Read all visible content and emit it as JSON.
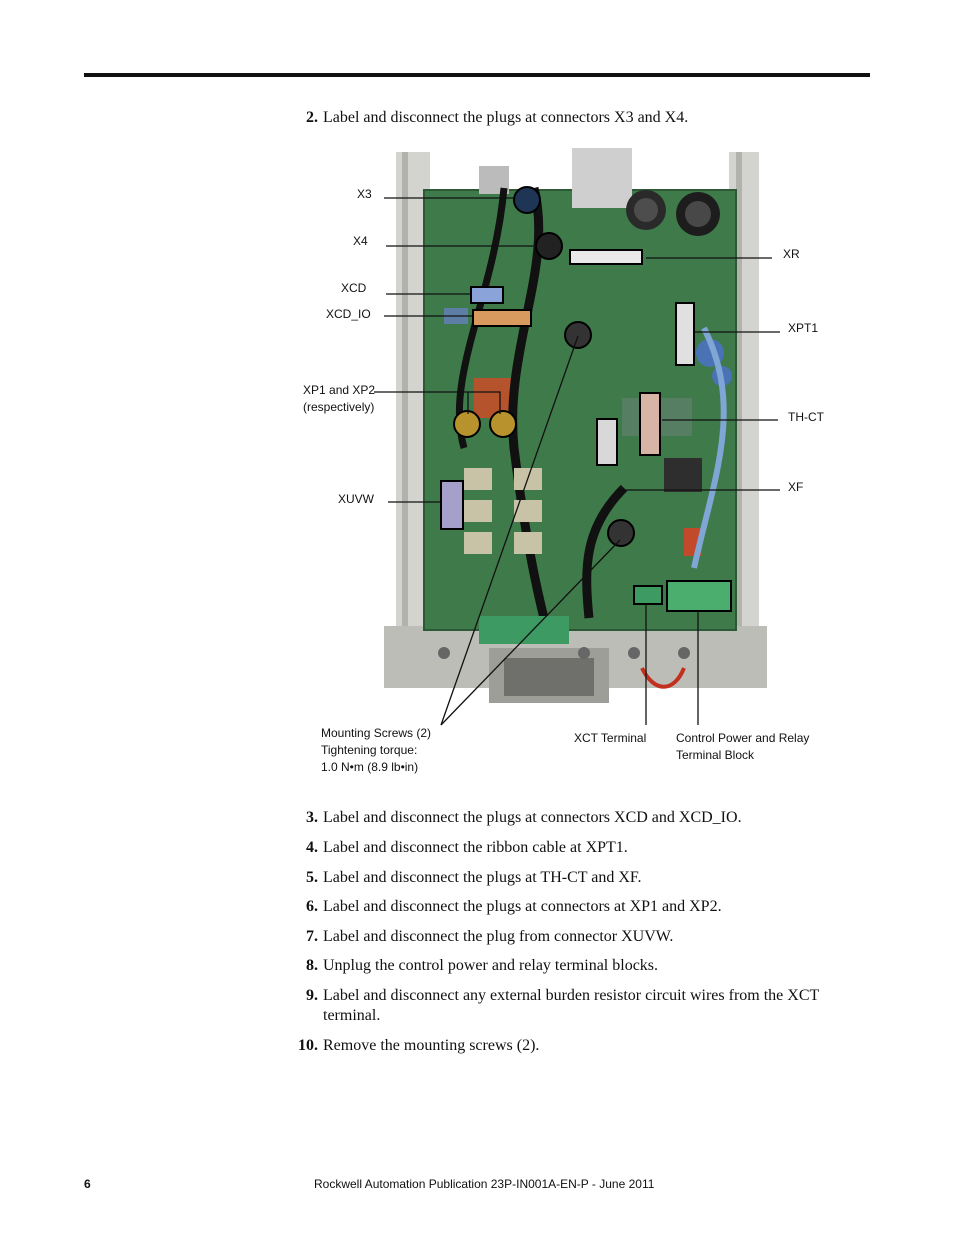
{
  "steps": [
    {
      "number": "2.",
      "text": "Label and disconnect the plugs at connectors X3 and X4."
    },
    {
      "number": "3.",
      "text": "Label and disconnect the plugs at connectors XCD and XCD_IO."
    },
    {
      "number": "4.",
      "text": "Label and disconnect the ribbon cable at XPT1."
    },
    {
      "number": "5.",
      "text": "Label and disconnect the plugs at TH-CT and XF."
    },
    {
      "number": "6.",
      "text": "Label and disconnect the plugs at connectors at XP1 and XP2."
    },
    {
      "number": "7.",
      "text": "Label and disconnect the plug from connector XUVW."
    },
    {
      "number": "8.",
      "text": "Unplug the control power and relay terminal blocks."
    },
    {
      "number": "9.",
      "text": "Label and disconnect any external burden resistor circuit wires from the XCT terminal."
    },
    {
      "number": "10.",
      "text": "Remove the mounting screws (2)."
    }
  ],
  "callouts": {
    "x3": "X3",
    "x4": "X4",
    "xcd": "XCD",
    "xcd_io": "XCD_IO",
    "xp1_xp2_line1": "XP1 and XP2",
    "xp1_xp2_line2": "(respectively)",
    "xuvw": "XUVW",
    "xr": "XR",
    "xpt1": "XPT1",
    "th_ct": "TH-CT",
    "xf": "XF",
    "mounting_line1": "Mounting Screws (2)",
    "mounting_line2": "Tightening torque:",
    "mounting_line3": "1.0 N•m (8.9 lb•in)",
    "xct_terminal": "XCT Terminal",
    "control_power_line1": "Control Power and Relay",
    "control_power_line2": "Terminal Block"
  },
  "footer": {
    "page_number": "6",
    "publication": "Rockwell Automation Publication 23P-IN001A-EN-P - June 2011"
  },
  "colors": {
    "board_green": "#3f7a4a",
    "chassis_gray": "#c9c9c4",
    "terminal_green": "#3d9a63"
  }
}
